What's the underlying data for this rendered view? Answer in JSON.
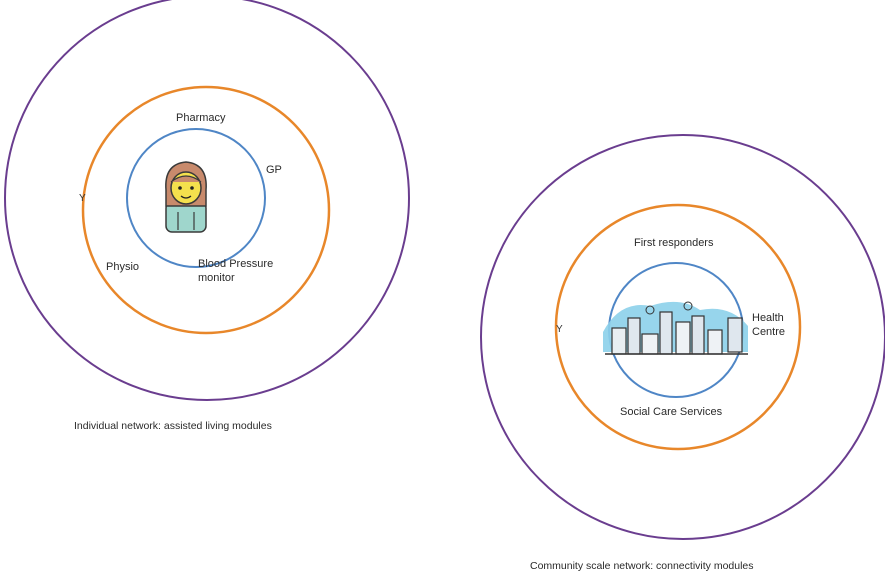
{
  "individual_network": {
    "labels": {
      "pharmacy": "Pharmacy",
      "gp": "GP",
      "physio": "Physio",
      "bp_monitor": "Blood Pressure\nmonitor",
      "outer_mark": "Y"
    },
    "caption": "Individual network: assisted living modules",
    "icon": "person-avatar-icon"
  },
  "community_network": {
    "labels": {
      "first_responders": "First responders",
      "health_centre": "Health\nCentre",
      "social_care": "Social Care Services",
      "outer_mark": "Y"
    },
    "caption": "Community scale network: connectivity modules",
    "icon": "city-skyline-icon"
  },
  "colors": {
    "outer_ring": "#6a3d8f",
    "middle_ring": "#e8872a",
    "inner_ring": "#4f86c6"
  }
}
